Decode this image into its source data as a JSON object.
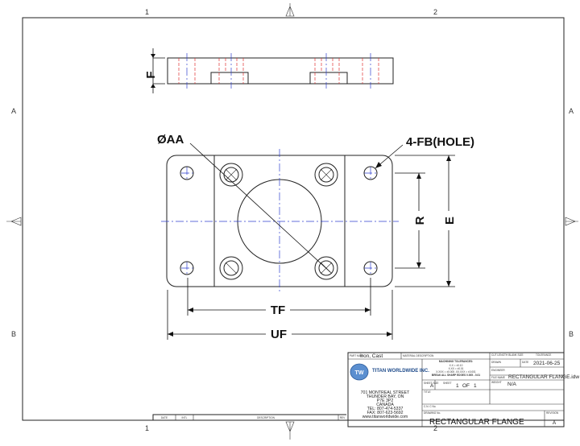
{
  "sheet": {
    "zones_top": [
      "1",
      "2"
    ],
    "zones_side": [
      "A",
      "B"
    ]
  },
  "dimensions": {
    "f": "F",
    "aa": "ØAA",
    "fb": "4-FB(HOLE)",
    "r": "R",
    "e": "E",
    "tf": "TF",
    "uf": "UF"
  },
  "revision_table": {
    "headers": [
      "DATE",
      "INTL",
      "DESCRIPTION",
      "REV"
    ]
  },
  "title_block": {
    "part_mat_label": "PART MAT'L",
    "part_mat": "Iron, Cast",
    "material_desc_label": "MATERIAL DESCRIPTION",
    "cut_length_label": "CUT LENGTH BLANK SIZE",
    "tolerance_label": "TOLERANCE",
    "drawn_label": "DRAWN",
    "date_label": "DATE",
    "date": "2021-06-25",
    "engineer_label": "ENGINEER",
    "file_name_label": "FILE NAME",
    "file_name": "RECTANGULAR FLANGE.idw",
    "weight_label": "WEIGHT",
    "weight": "N/A",
    "tolerances_title": "MACHINING TOLERANCES:",
    "tolerances": [
      "X.X = ±0.10",
      "X.XX = ±0.01",
      "X.XXX = ±0.005  .XX.XXX = ±0.001",
      "BREAK ALL SHARP EDGES 0.005 - 0.01"
    ],
    "sheet_size_label": "SHEET SIZE",
    "sheet_size": "A",
    "sheet_label": "SHEET",
    "sheet_no": "1",
    "of_label": "OF",
    "sheet_total": "1",
    "title_label": "TITLE",
    "cn_label": "C.N. C No.",
    "drawing_no_label": "DRAWING No.",
    "drawing_no": "RECTANGULAR FLANGE",
    "revision_label": "REVISION",
    "revision": "A",
    "company": "TITAN WORLDWIDE INC.",
    "address": [
      "701 MONTREAL STREET",
      "THUNDER BAY, ON",
      "P7E 3P2",
      "CANADA",
      "TEL: 807-474-5337",
      "FAX: 807-623-5692",
      "www.titanworldwide.com"
    ]
  }
}
